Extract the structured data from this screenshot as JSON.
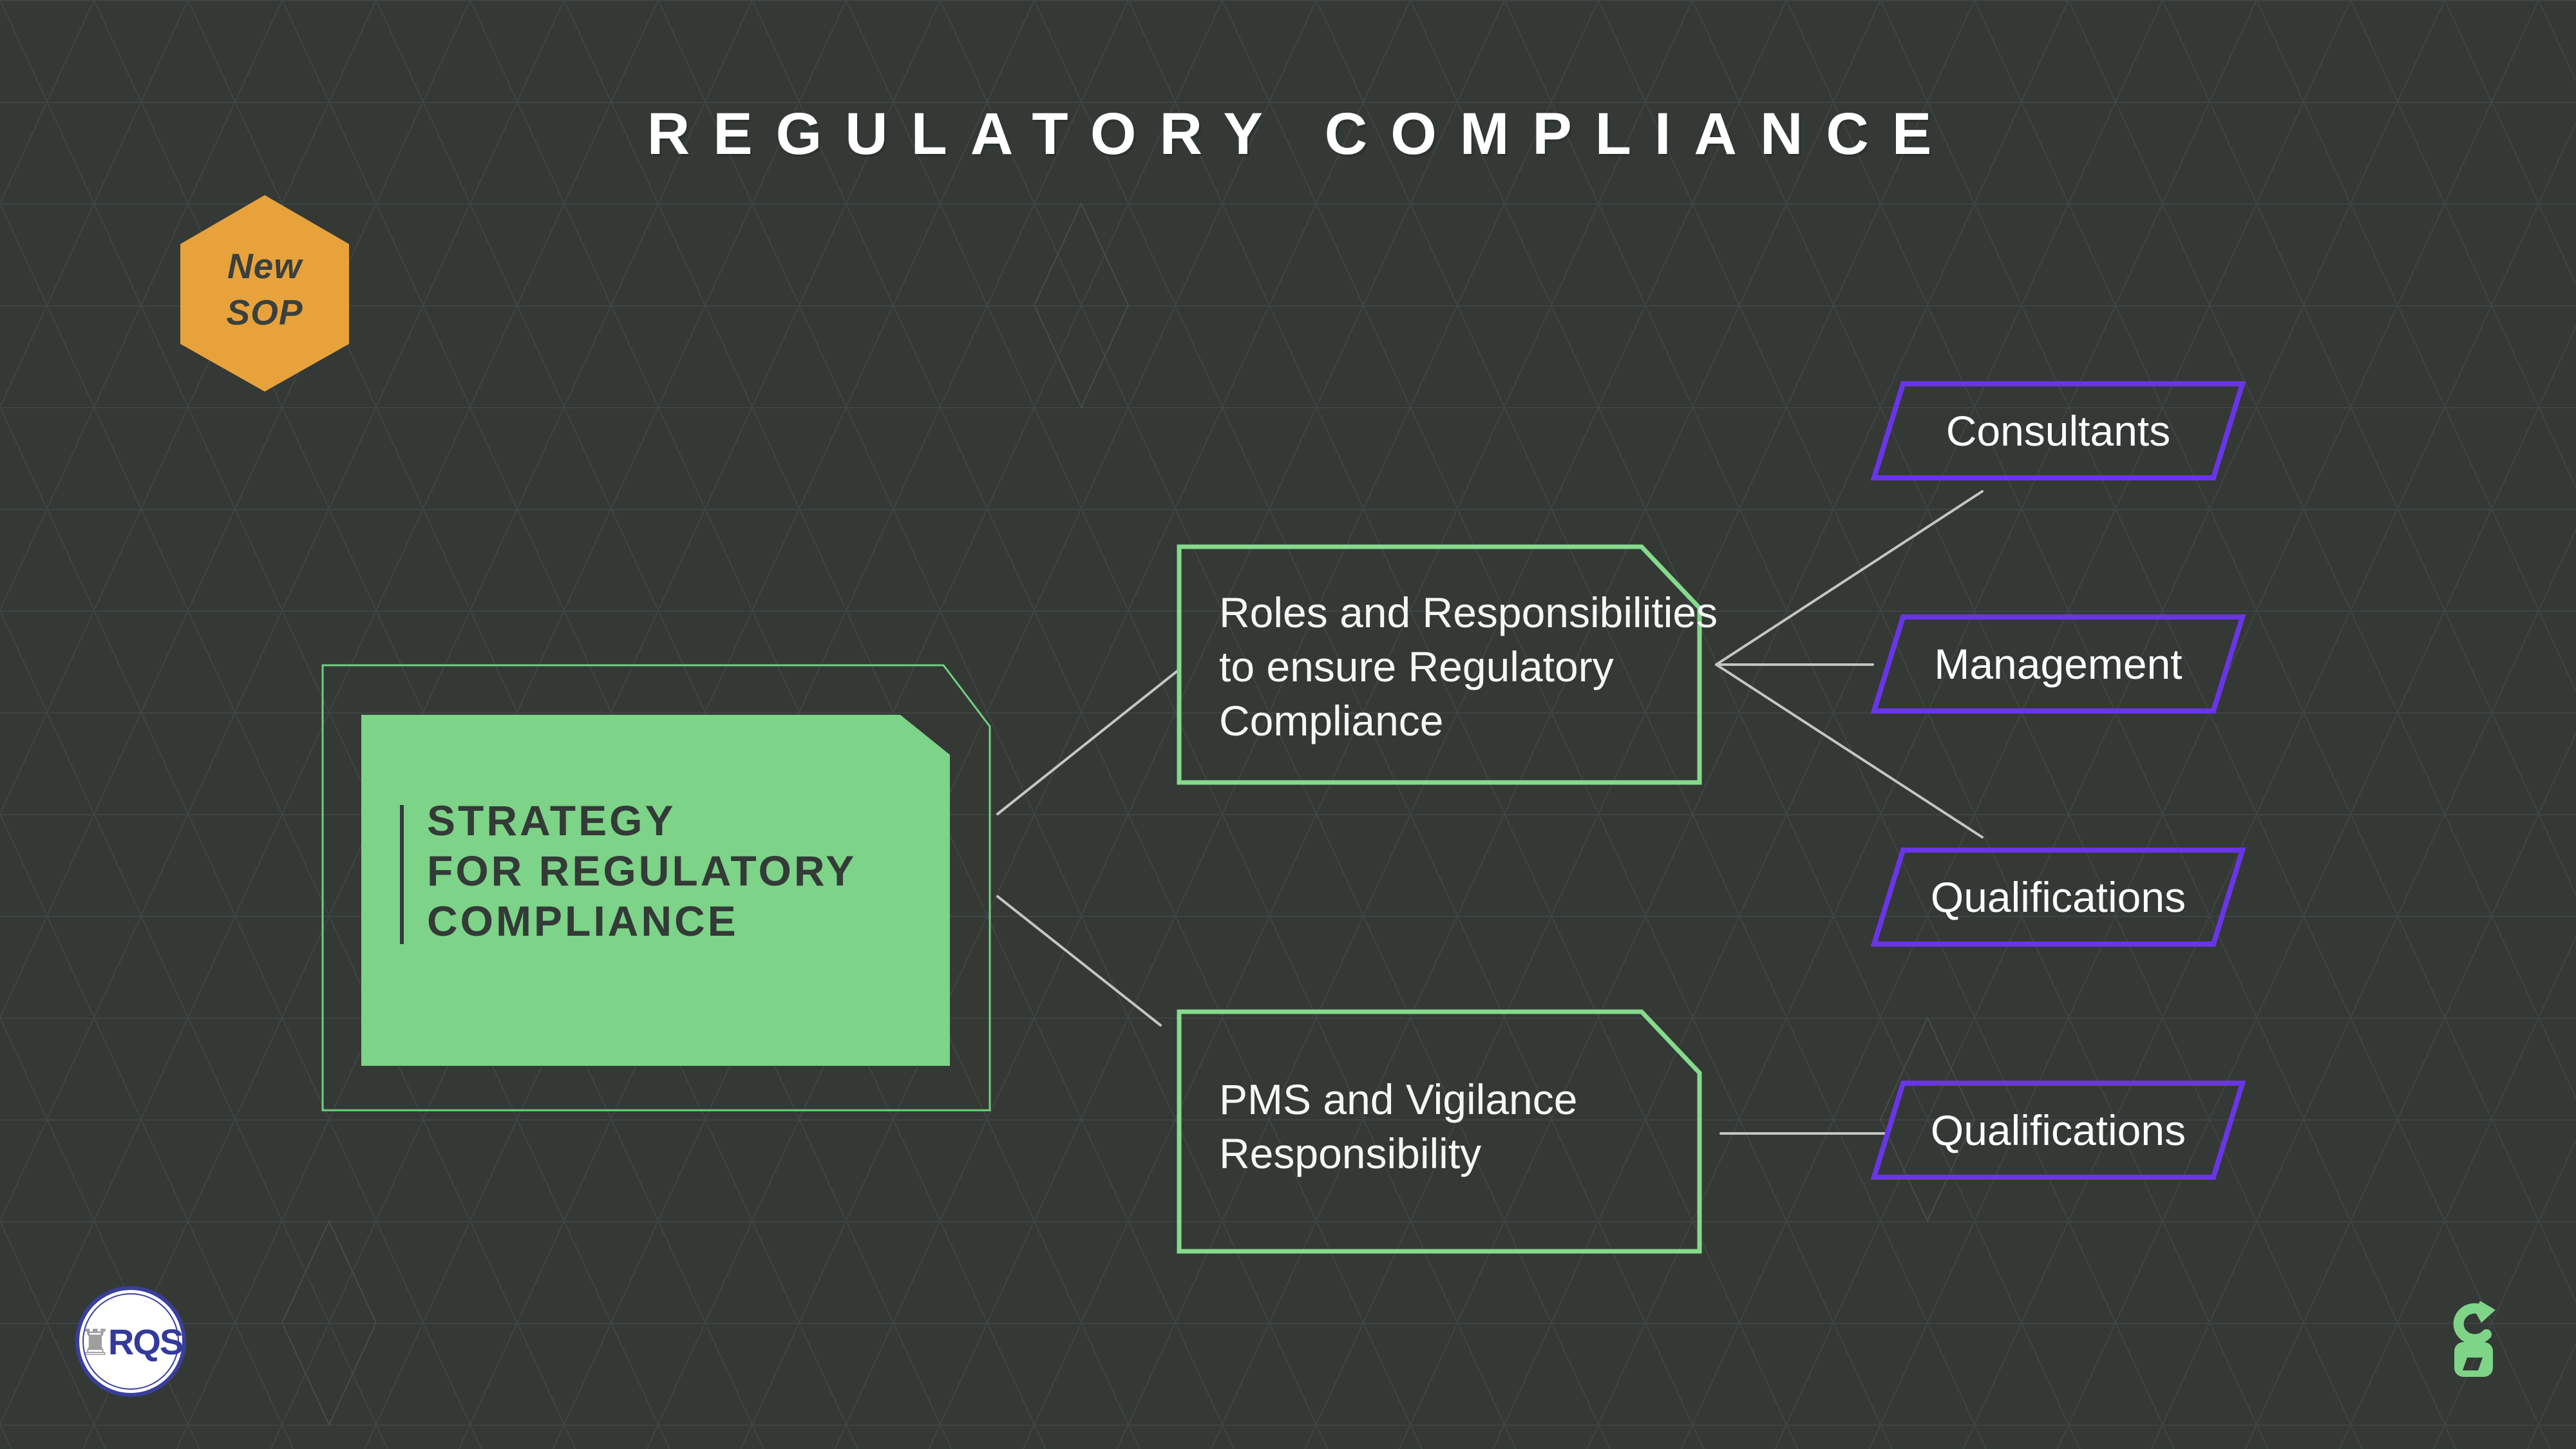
{
  "title": "REGULATORY COMPLIANCE",
  "badge": {
    "lines": [
      "New",
      "SOP"
    ]
  },
  "main_box": {
    "lines": [
      "STRATEGY",
      "FOR REGULATORY",
      "COMPLIANCE"
    ]
  },
  "branch_boxes": [
    {
      "lines": [
        "Roles and Responsibilities",
        "to ensure Regulatory",
        "Compliance"
      ]
    },
    {
      "lines": [
        "PMS and Vigilance",
        "Responsibility"
      ]
    }
  ],
  "leaf_nodes": [
    {
      "label": "Consultants"
    },
    {
      "label": "Management"
    },
    {
      "label": "Qualifications"
    },
    {
      "label": "Qualifications"
    }
  ],
  "footer": {
    "logo_text": "RQS",
    "rook_icon": "♜"
  },
  "colors": {
    "background": "#343936",
    "pattern_line": "#3e4441",
    "panel_green": "#7dd387",
    "branch_border_green": "#85da8c",
    "frame_green": "#70d07c",
    "leaf_border_purple": "#6a35e8",
    "badge_orange": "#e8a23c",
    "dark_text": "#333a37",
    "light_text": "#f6f7f5",
    "connector_gray": "#c3c6c3",
    "rqs_blue": "#3b3f9e",
    "logo_green": "#7ed487"
  }
}
